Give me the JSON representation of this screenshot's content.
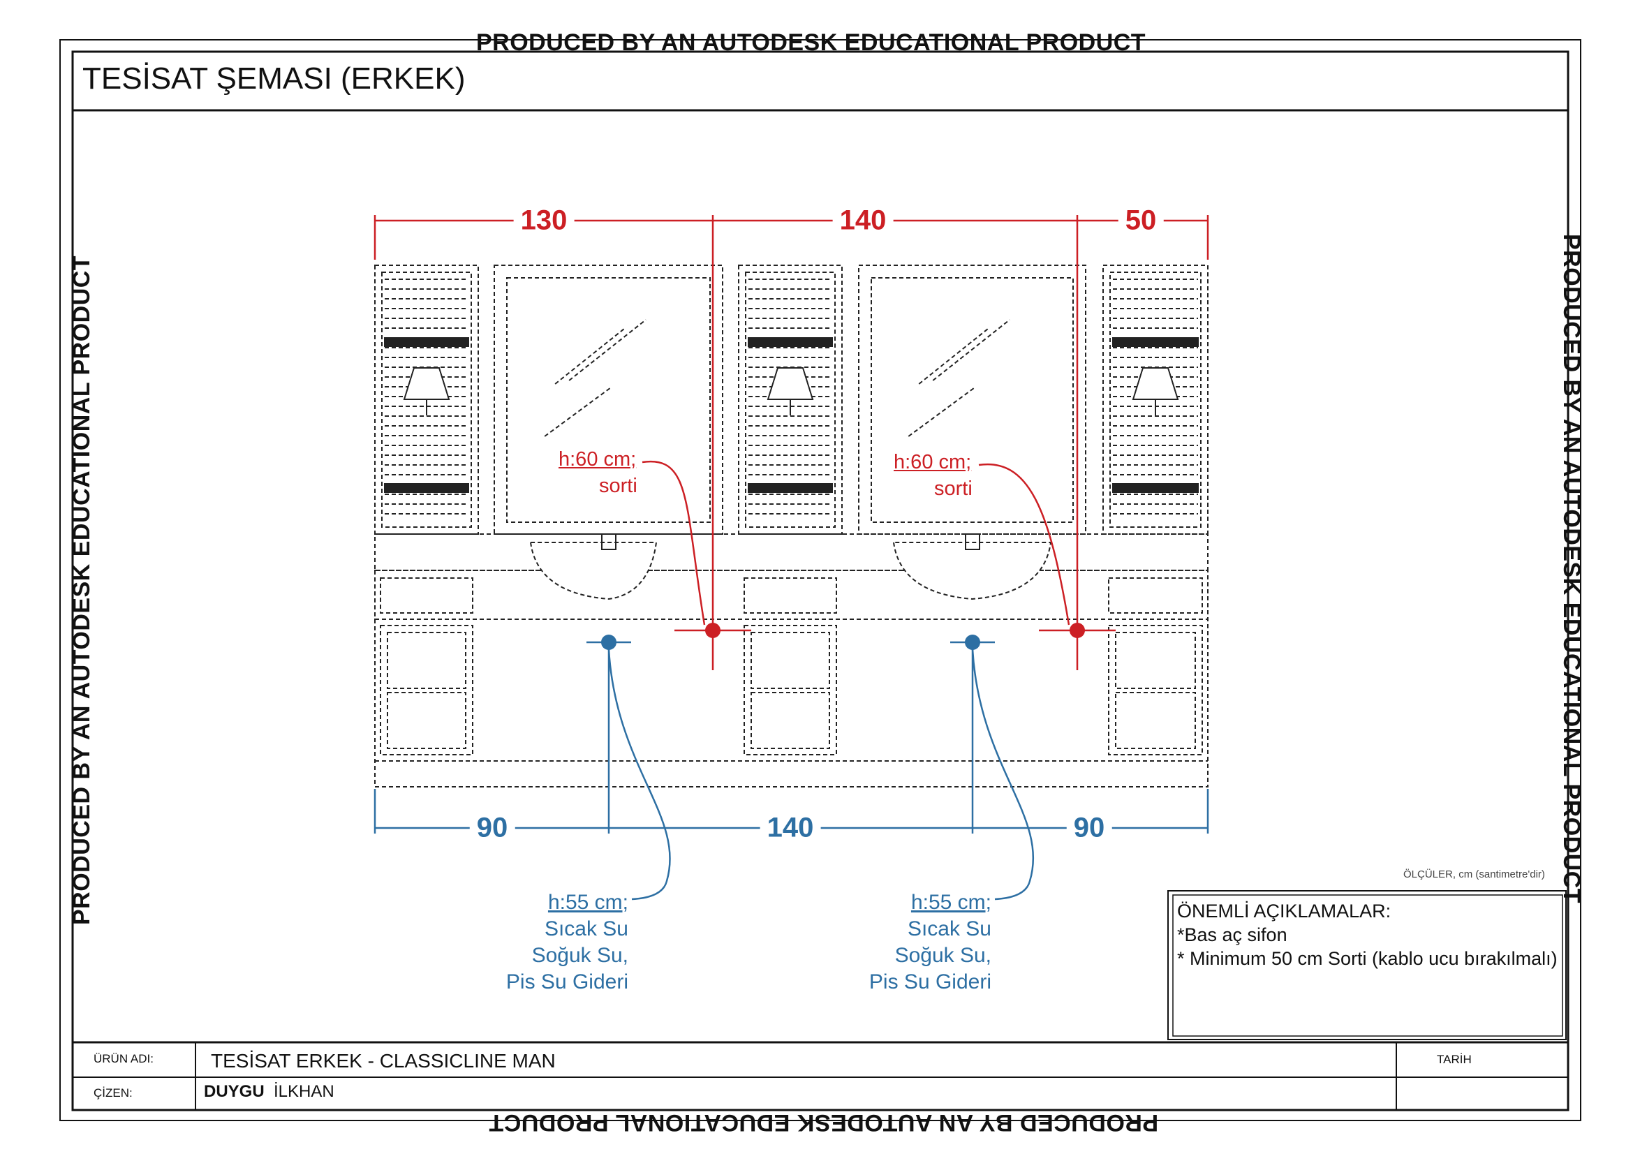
{
  "watermark": "PRODUCED BY AN AUTODESK EDUCATIONAL PRODUCT",
  "title": "TESİSAT ŞEMASI (ERKEK)",
  "top_dimensions": [
    "130",
    "140",
    "50"
  ],
  "bottom_dimensions": [
    "90",
    "140",
    "90"
  ],
  "sorti_note": {
    "height": "h:60 cm;",
    "label": "sorti"
  },
  "water_note": {
    "height": "h:55 cm;",
    "line1": "Sıcak Su",
    "line2": "Soğuk Su,",
    "line3": "Pis Su Gideri"
  },
  "units_note": "ÖLÇÜLER, cm (santimetre'dir)",
  "notes": {
    "heading": "ÖNEMLİ AÇIKLAMALAR:",
    "item1": "*Bas aç sifon",
    "item2": "* Minimum 50 cm Sorti (kablo ucu bırakılmalı)"
  },
  "title_block": {
    "product_label": "ÜRÜN ADI:",
    "product_value": "TESİSAT ERKEK - CLASSICLINE MAN",
    "drawn_label": "ÇİZEN:",
    "drawn_first": "DUYGU",
    "drawn_last": "İLKHAN",
    "date_label": "TARİH",
    "date_value": ""
  },
  "colors": {
    "electric": "#cc1f24",
    "water": "#2d6fa3",
    "line": "#111111"
  }
}
